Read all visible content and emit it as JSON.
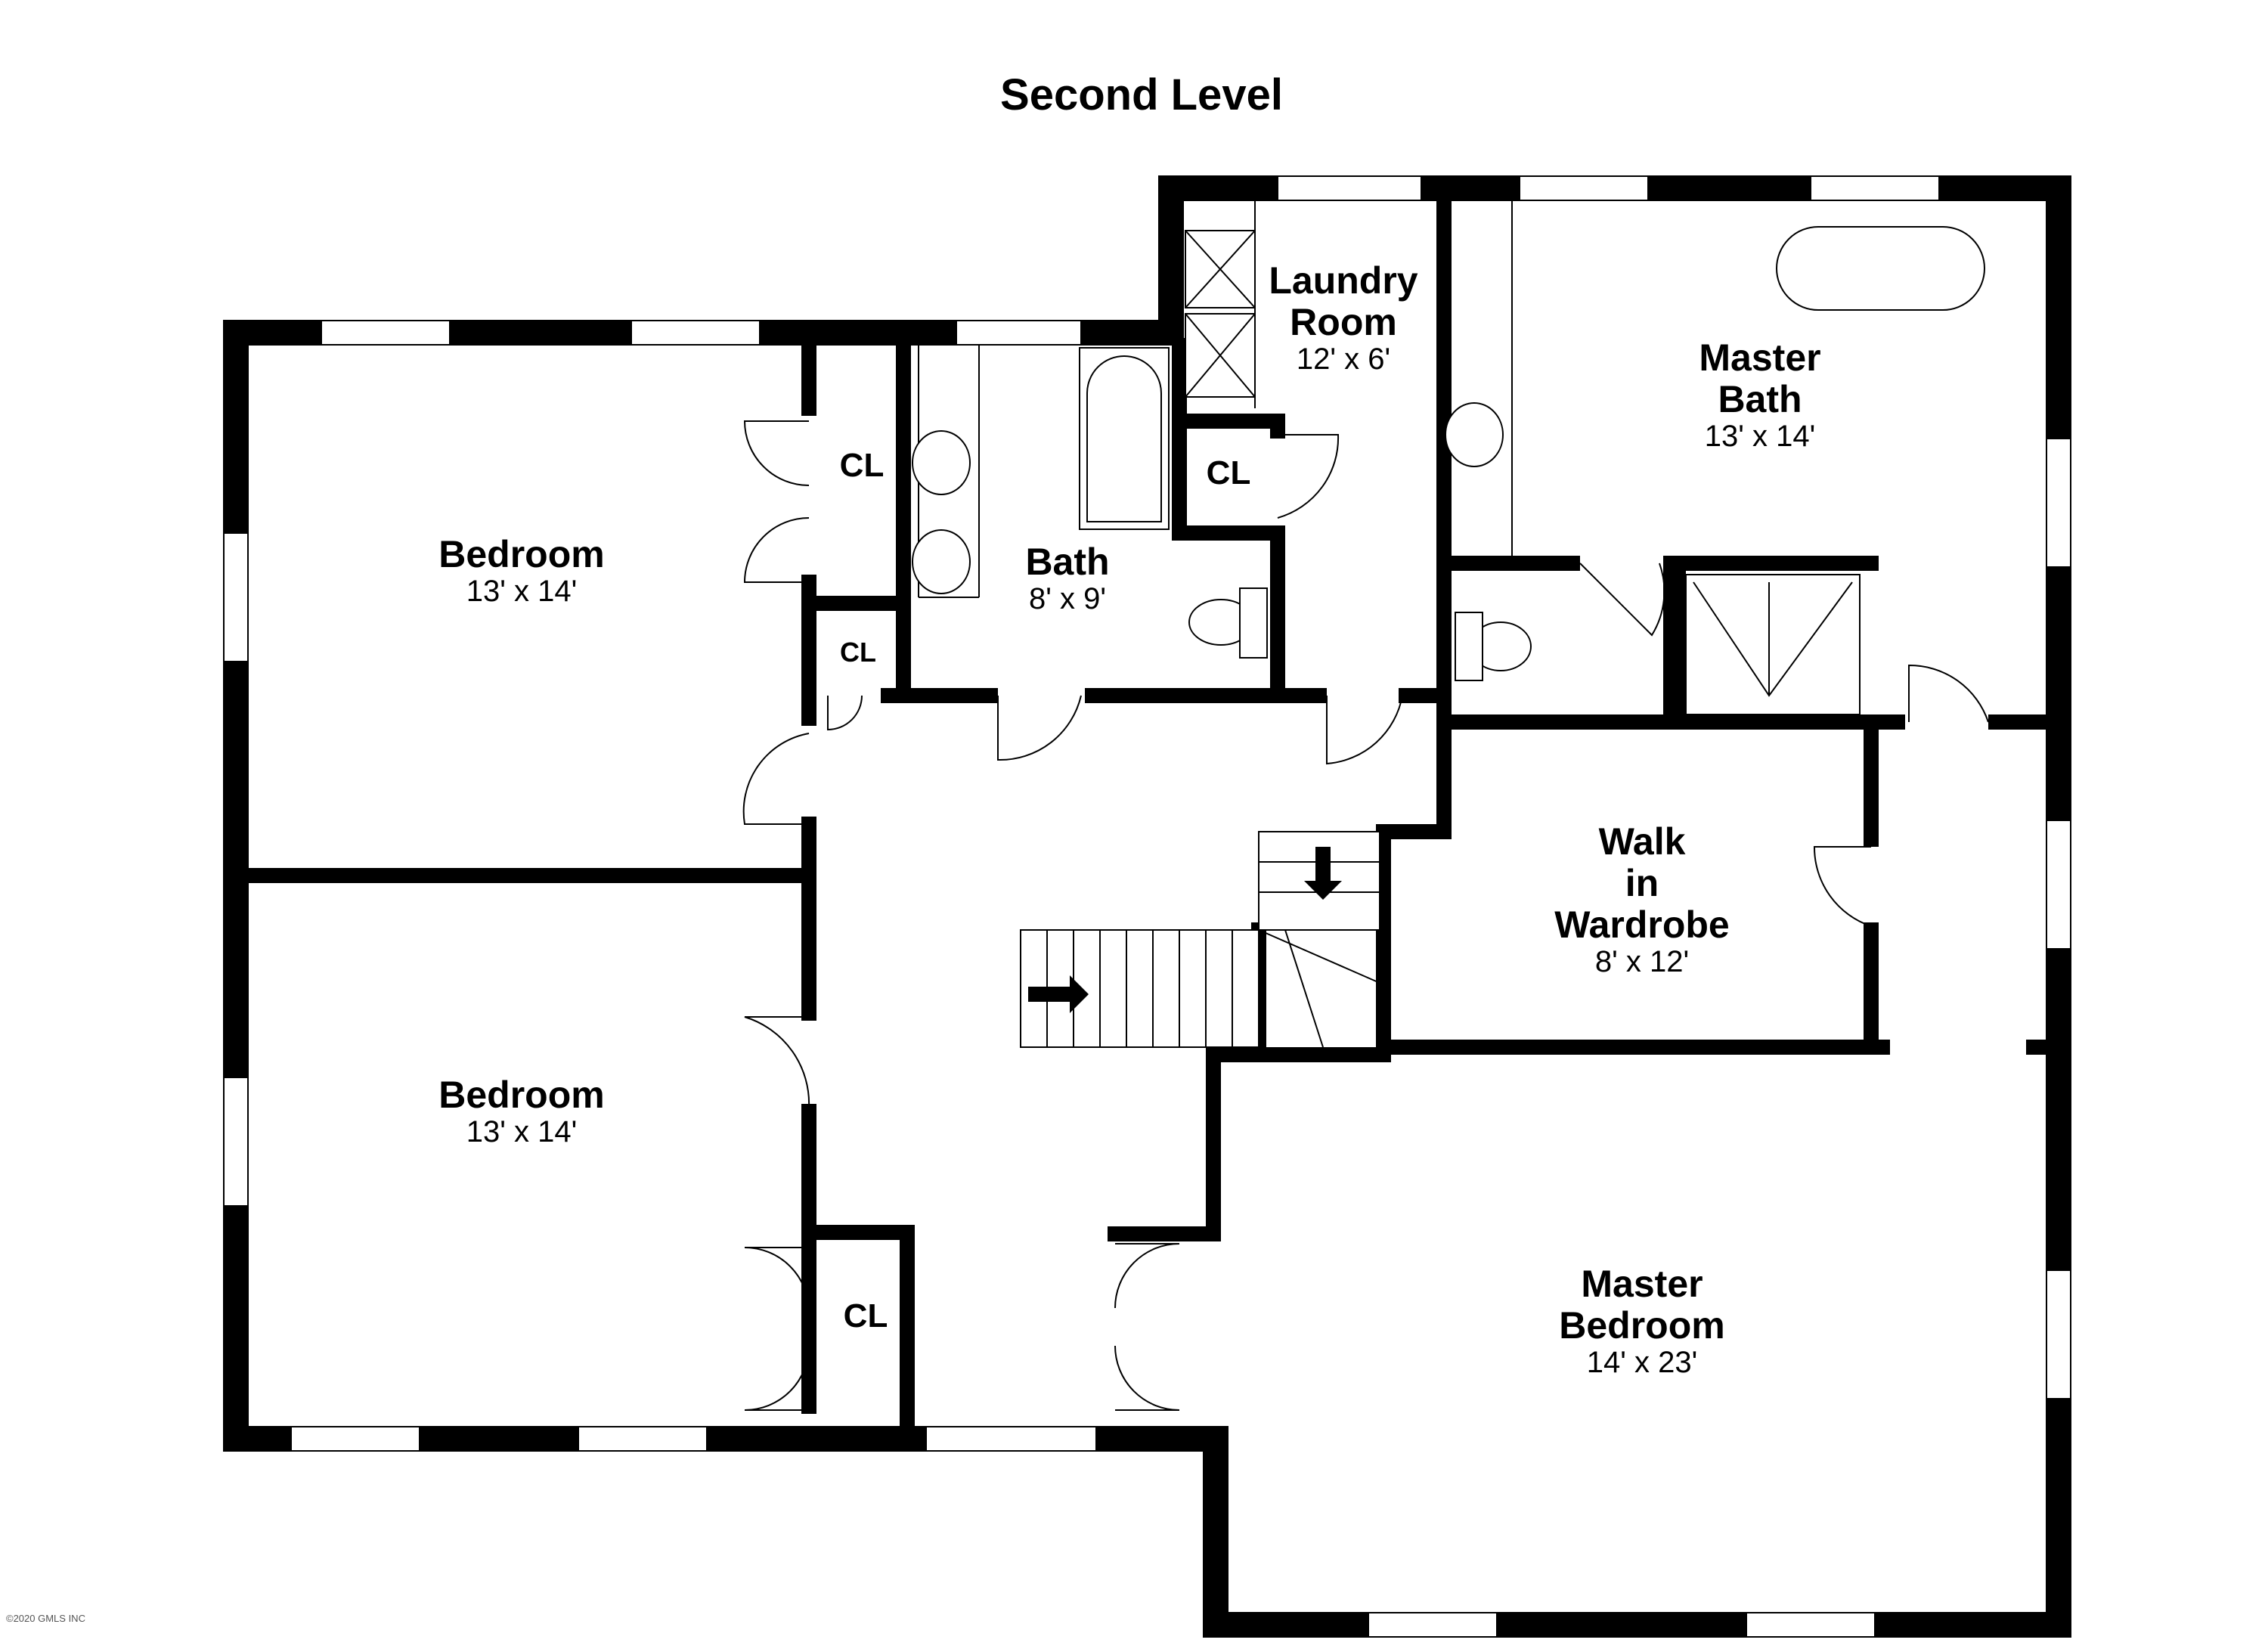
{
  "title": "Second Level",
  "rooms": {
    "bedroom_1": {
      "name": "Bedroom",
      "dim": "13' x 14'"
    },
    "bedroom_2": {
      "name": "Bedroom",
      "dim": "13' x 14'"
    },
    "bath": {
      "name": "Bath",
      "dim": "8' x 9'"
    },
    "laundry": {
      "name_line1": "Laundry",
      "name_line2": "Room",
      "dim": "12' x 6'"
    },
    "master_bath": {
      "name_line1": "Master",
      "name_line2": "Bath",
      "dim": "13' x 14'"
    },
    "walk_in": {
      "name_line1": "Walk",
      "name_line2": "in",
      "name_line3": "Wardrobe",
      "dim": "8' x 12'"
    },
    "master_bedroom": {
      "name_line1": "Master",
      "name_line2": "Bedroom",
      "dim": "14' x 23'"
    }
  },
  "closets": {
    "cl1": "CL",
    "cl2": "CL",
    "cl3": "CL",
    "cl4": "CL"
  },
  "copyright": "©2020 GMLS INC",
  "colors": {
    "wall": "#000000",
    "background": "#ffffff"
  }
}
